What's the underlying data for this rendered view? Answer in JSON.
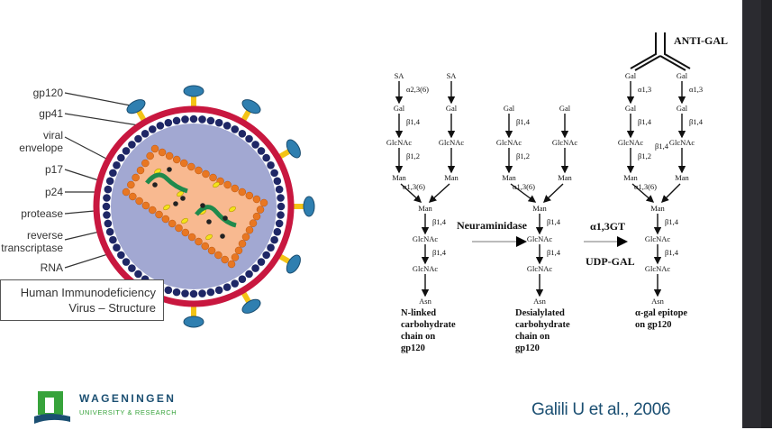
{
  "virus": {
    "labels": [
      "gp120",
      "gp41",
      "viral",
      "envelope",
      "p17",
      "p24",
      "protease",
      "reverse",
      "transcriptase",
      "RNA"
    ],
    "caption_line1": "Human Immunodeficiency",
    "caption_line2": "Virus – Structure",
    "colors": {
      "envelope": "#c8173f",
      "matrix": "#1f2766",
      "interior": "#a2a8d2",
      "capsid": "#f8b990",
      "capsid_beads": "#e87722",
      "spike_head": "#2f7fb0",
      "spike_stem": "#f3c316",
      "rna": "#1f8a4c"
    }
  },
  "pathway": {
    "columns": [
      {
        "left": [
          "SA",
          "Gal",
          "GlcNAc",
          "Man"
        ],
        "left_links": [
          "α2,3(6)",
          "β1,4",
          "β1,2",
          "α1,3(6)"
        ],
        "right": [
          "SA",
          "Gal",
          "GlcNAc",
          "Man"
        ],
        "right_links": [],
        "trunk": [
          "Man",
          "GlcNAc",
          "GlcNAc",
          "Asn"
        ],
        "trunk_links": [
          "β1,4",
          "β1,4"
        ],
        "caption": [
          "N-linked",
          "carbohydrate",
          "chain on",
          "gp120"
        ]
      },
      {
        "left": [
          "Gal",
          "GlcNAc",
          "Man"
        ],
        "left_links": [
          "β1,4",
          "β1,2",
          "α1,3(6)"
        ],
        "right": [
          "Gal",
          "GlcNAc",
          "Man"
        ],
        "right_links": [],
        "trunk": [
          "Man",
          "GlcNAc",
          "GlcNAc",
          "Asn"
        ],
        "trunk_links": [
          "β1,4",
          "β1,4"
        ],
        "caption": [
          "Desialylated",
          "carbohydrate",
          "chain on",
          "gp120"
        ]
      },
      {
        "left": [
          "Gal",
          "Gal",
          "GlcNAc",
          "Man"
        ],
        "left_links": [
          "α1,3",
          "β1,4",
          "β1,2",
          "α1,3(6)"
        ],
        "right": [
          "Gal",
          "Gal",
          "GlcNAc",
          "Man"
        ],
        "right_links": [
          "α1,3",
          "β1,4"
        ],
        "middle_link": "β1,4",
        "trunk": [
          "Man",
          "GlcNAc",
          "GlcNAc",
          "Asn"
        ],
        "trunk_links": [
          "β1,4",
          "β1,4"
        ],
        "caption": [
          "α-gal epitope",
          "on gp120"
        ]
      }
    ],
    "step1_enzyme": "Neuraminidase",
    "step2_enzyme": "α1,3GT",
    "step2_substrate": "UDP-GAL",
    "antibody_label": "ANTI-GAL"
  },
  "footer": {
    "logo_name": "WAGENINGEN",
    "logo_sub": "UNIVERSITY & RESEARCH",
    "citation": "Galili U et al., 2006",
    "colors": {
      "logo_blue": "#1b4f72",
      "logo_green": "#37a33b"
    }
  }
}
